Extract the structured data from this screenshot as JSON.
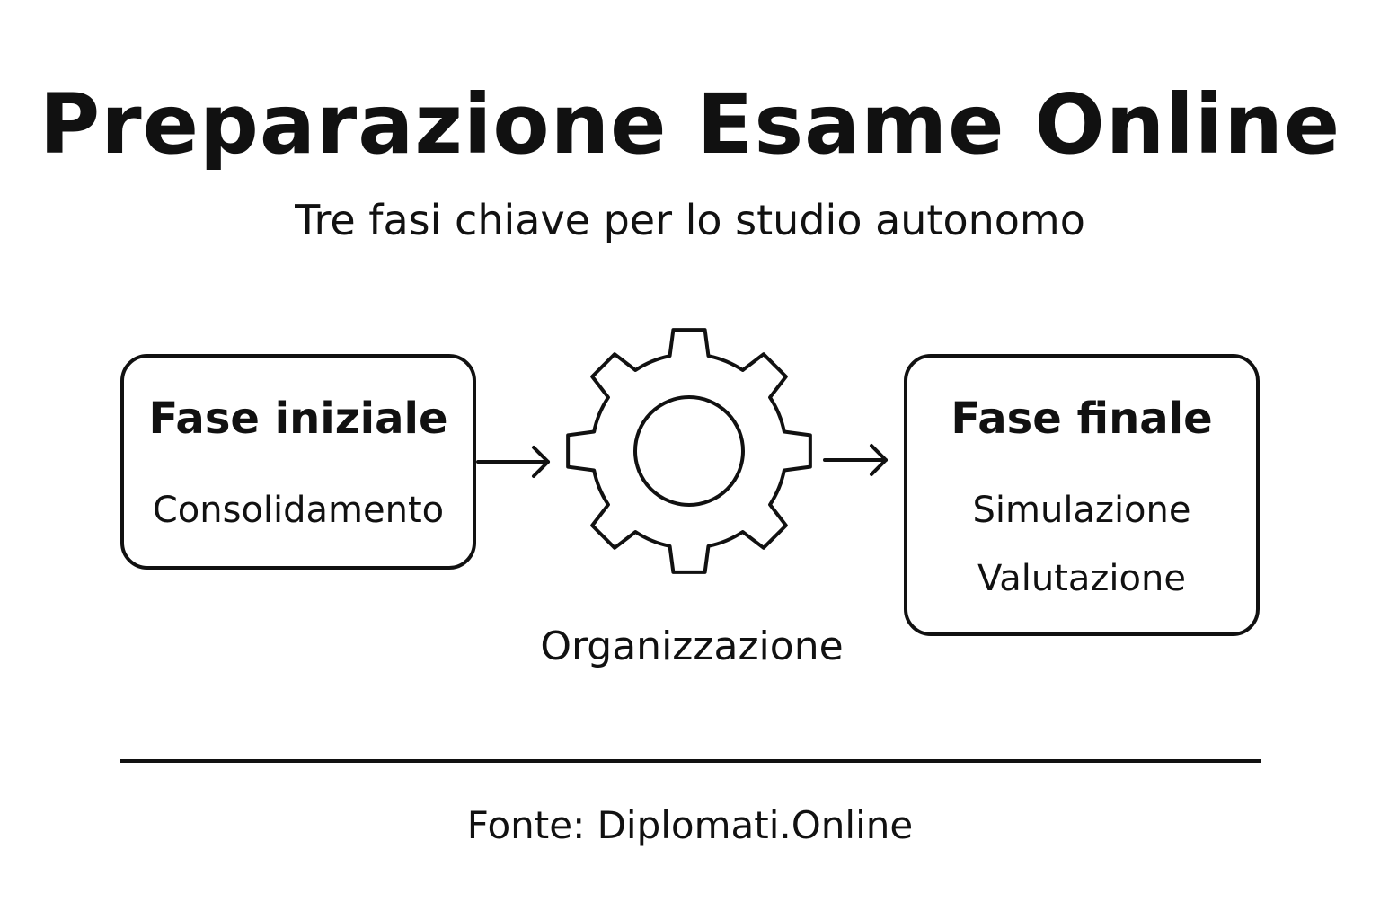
{
  "title": "Preparazione Esame Online",
  "subtitle": "Tre fasi chiave per lo studio autonomo",
  "phases": [
    {
      "title": "Fase iniziale",
      "items": [
        "Consolidamento"
      ]
    },
    {
      "title": "Fase finale",
      "items": [
        "Simulazione",
        "Valutazione"
      ]
    }
  ],
  "center": {
    "icon": "gear-icon",
    "label": "Organizzazione"
  },
  "source": "Fonte: Diplomati.Online",
  "colors": {
    "ink": "#111111",
    "background": "#ffffff"
  }
}
